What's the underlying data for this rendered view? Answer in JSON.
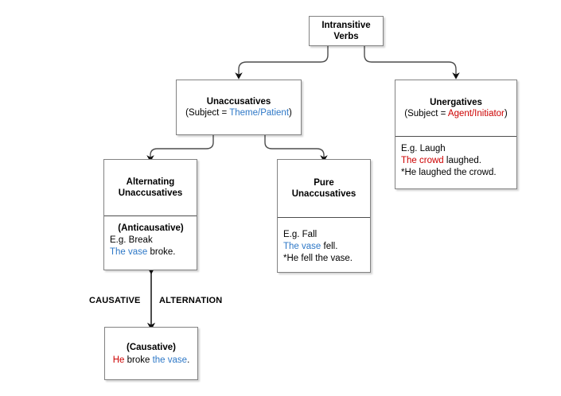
{
  "diagram": {
    "title": "Intransitive Verbs classification",
    "colors": {
      "theme_patient": "#2e78c7",
      "agent_initiator": "#cc0000",
      "box_border": "#828282",
      "text": "#000000",
      "connector": "#4d4d4d"
    },
    "nodes": {
      "root": {
        "title_line1": "Intransitive",
        "title_line2": "Verbs"
      },
      "unaccusatives": {
        "title": "Unaccusatives",
        "subject_prefix": "(Subject = ",
        "subject_role": "Theme/Patient",
        "subject_suffix": ")"
      },
      "unergatives": {
        "title": "Unergatives",
        "subject_prefix": "(Subject = ",
        "subject_role": "Agent/Initiator",
        "subject_suffix": ")",
        "example_label": "E.g. Laugh",
        "example_subject": "The crowd",
        "example_rest": " laughed.",
        "ungrammatical": "*He laughed the crowd."
      },
      "alternating_unaccusatives": {
        "title_line1": "Alternating",
        "title_line2": "Unaccusatives",
        "body_heading": "(Anticausative)",
        "example_label": "E.g. Break",
        "example_subject": "The vase",
        "example_rest": " broke."
      },
      "pure_unaccusatives": {
        "title_line1": "Pure",
        "title_line2": "Unaccusatives",
        "example_label": "E.g. Fall",
        "example_subject": "The vase",
        "example_rest": " fell.",
        "ungrammatical": "*He fell the vase."
      },
      "causative": {
        "label": "(Causative)",
        "subject": "He",
        "verb": " broke ",
        "object": "the vase",
        "period": "."
      }
    },
    "labels": {
      "causative_word": "CAUSATIVE",
      "alternation_word": "ALTERNATION"
    }
  }
}
